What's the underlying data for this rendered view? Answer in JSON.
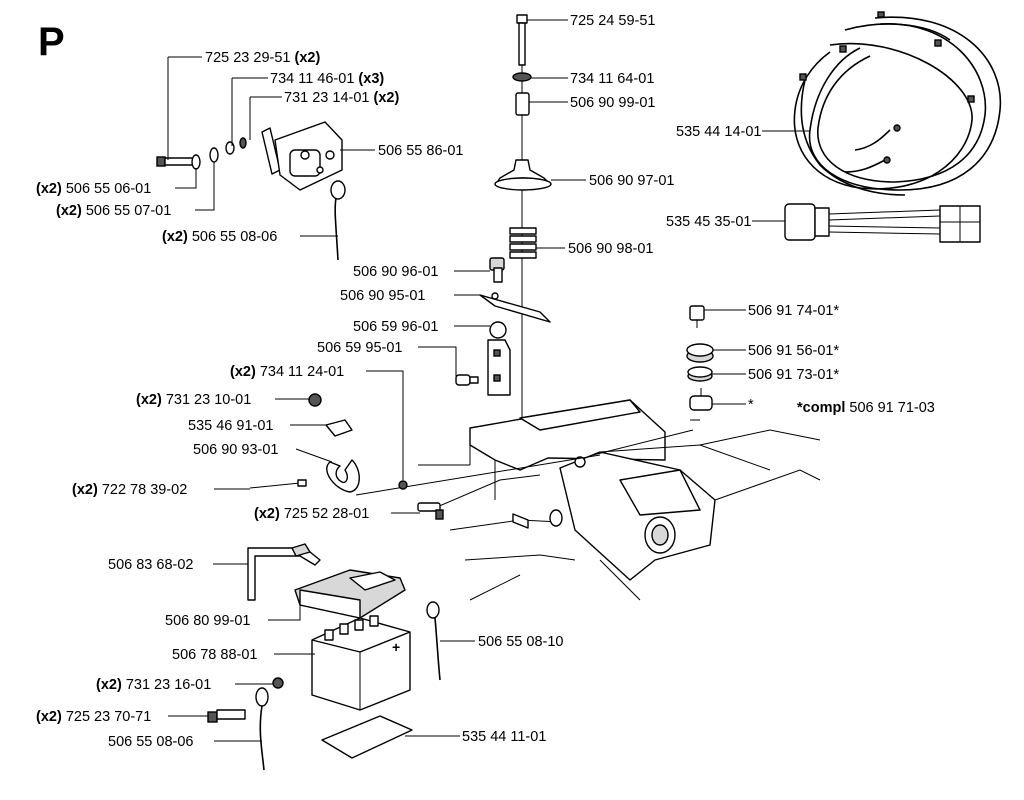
{
  "page_letter": "P",
  "complete_note": {
    "prefix": "*compl",
    "part": "506 91 71-03"
  },
  "callouts": [
    {
      "id": "c01",
      "mult": "",
      "part": "725 24 59-51",
      "suffix": ""
    },
    {
      "id": "c02",
      "mult": "",
      "part": "734 11 64-01",
      "suffix": ""
    },
    {
      "id": "c03",
      "mult": "",
      "part": "506 90 99-01",
      "suffix": ""
    },
    {
      "id": "c04",
      "mult": "",
      "part": "535 44 14-01",
      "suffix": ""
    },
    {
      "id": "c05",
      "mult": "",
      "part": "506 90 97-01",
      "suffix": ""
    },
    {
      "id": "c06",
      "mult": "",
      "part": "535 45 35-01",
      "suffix": ""
    },
    {
      "id": "c07",
      "mult": "",
      "part": "506 90 98-01",
      "suffix": ""
    },
    {
      "id": "c08",
      "mult": "",
      "part": "506 90 96-01",
      "suffix": ""
    },
    {
      "id": "c09",
      "mult": "",
      "part": "506 90 95-01",
      "suffix": ""
    },
    {
      "id": "c10",
      "mult": "",
      "part": "506 91 74-01",
      "suffix": "*"
    },
    {
      "id": "c11",
      "mult": "",
      "part": "506 59 96-01",
      "suffix": ""
    },
    {
      "id": "c12",
      "mult": "",
      "part": "506 59 95-01",
      "suffix": ""
    },
    {
      "id": "c13",
      "mult": "",
      "part": "506 91 56-01",
      "suffix": "*"
    },
    {
      "id": "c14",
      "mult": "",
      "part": "506 91 73-01",
      "suffix": "*"
    },
    {
      "id": "c15",
      "mult": "",
      "part": "",
      "suffix": "*"
    },
    {
      "id": "c16",
      "mult": "(x2)",
      "part": "725 23 29-51",
      "suffix": ""
    },
    {
      "id": "c17",
      "mult": "(x3)",
      "part": "734 11 46-01",
      "suffix": ""
    },
    {
      "id": "c18",
      "mult": "(x2)",
      "part": "731 23 14-01",
      "suffix": ""
    },
    {
      "id": "c19",
      "mult": "",
      "part": "506 55 86-01",
      "suffix": ""
    },
    {
      "id": "c20",
      "mult": "(x2)",
      "part": "506 55 06-01",
      "suffix": ""
    },
    {
      "id": "c21",
      "mult": "(x2)",
      "part": "506 55 07-01",
      "suffix": ""
    },
    {
      "id": "c22",
      "mult": "(x2)",
      "part": "506 55 08-06",
      "suffix": ""
    },
    {
      "id": "c23",
      "mult": "(x2)",
      "part": "734 11 24-01",
      "suffix": ""
    },
    {
      "id": "c24",
      "mult": "(x2)",
      "part": "731 23 10-01",
      "suffix": ""
    },
    {
      "id": "c25",
      "mult": "",
      "part": "535 46 91-01",
      "suffix": ""
    },
    {
      "id": "c26",
      "mult": "",
      "part": "506 90 93-01",
      "suffix": ""
    },
    {
      "id": "c27",
      "mult": "(x2)",
      "part": "722 78 39-02",
      "suffix": ""
    },
    {
      "id": "c28",
      "mult": "(x2)",
      "part": "725 52 28-01",
      "suffix": ""
    },
    {
      "id": "c29",
      "mult": "",
      "part": "506 83 68-02",
      "suffix": ""
    },
    {
      "id": "c30",
      "mult": "",
      "part": "506 80 99-01",
      "suffix": ""
    },
    {
      "id": "c31",
      "mult": "",
      "part": "506 55 08-10",
      "suffix": ""
    },
    {
      "id": "c32",
      "mult": "",
      "part": "506 78 88-01",
      "suffix": ""
    },
    {
      "id": "c33",
      "mult": "(x2)",
      "part": "731 23 16-01",
      "suffix": ""
    },
    {
      "id": "c34",
      "mult": "(x2)",
      "part": "725 23 70-71",
      "suffix": ""
    },
    {
      "id": "c35",
      "mult": "",
      "part": "506 55 08-06",
      "suffix": ""
    },
    {
      "id": "c36",
      "mult": "",
      "part": "535 44 11-01",
      "suffix": ""
    }
  ]
}
